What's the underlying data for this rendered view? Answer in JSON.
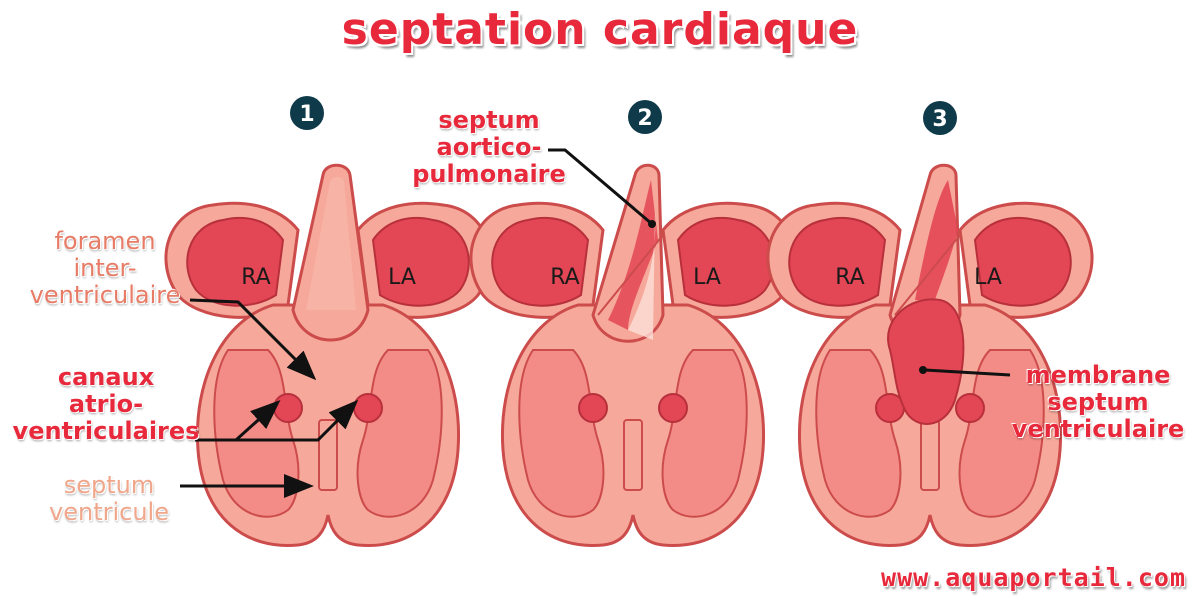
{
  "title": "septation cardiaque",
  "steps": [
    "1",
    "2",
    "3"
  ],
  "chambers": {
    "right_atrium": "RA",
    "left_atrium": "LA"
  },
  "labels": {
    "foramen": [
      "foramen",
      "inter-",
      "ventriculaire"
    ],
    "canaux": [
      "canaux",
      "atrio-",
      "ventriculaires"
    ],
    "septum_ventricule": [
      "septum",
      "ventricule"
    ],
    "septum_aortico": [
      "septum",
      "aortico-",
      "pulmonaire"
    ],
    "membrane": [
      "membrane",
      "septum",
      "ventriculaire"
    ]
  },
  "website": "www.aquaportail.com",
  "colors": {
    "title": "#e8293b",
    "heart_fill": "#f6a99a",
    "heart_outline": "#cc4b4b",
    "atrium": "#e34654",
    "interior": "#f38c86",
    "label_orange": "#e87b66",
    "label_red": "#e8293b"
  }
}
